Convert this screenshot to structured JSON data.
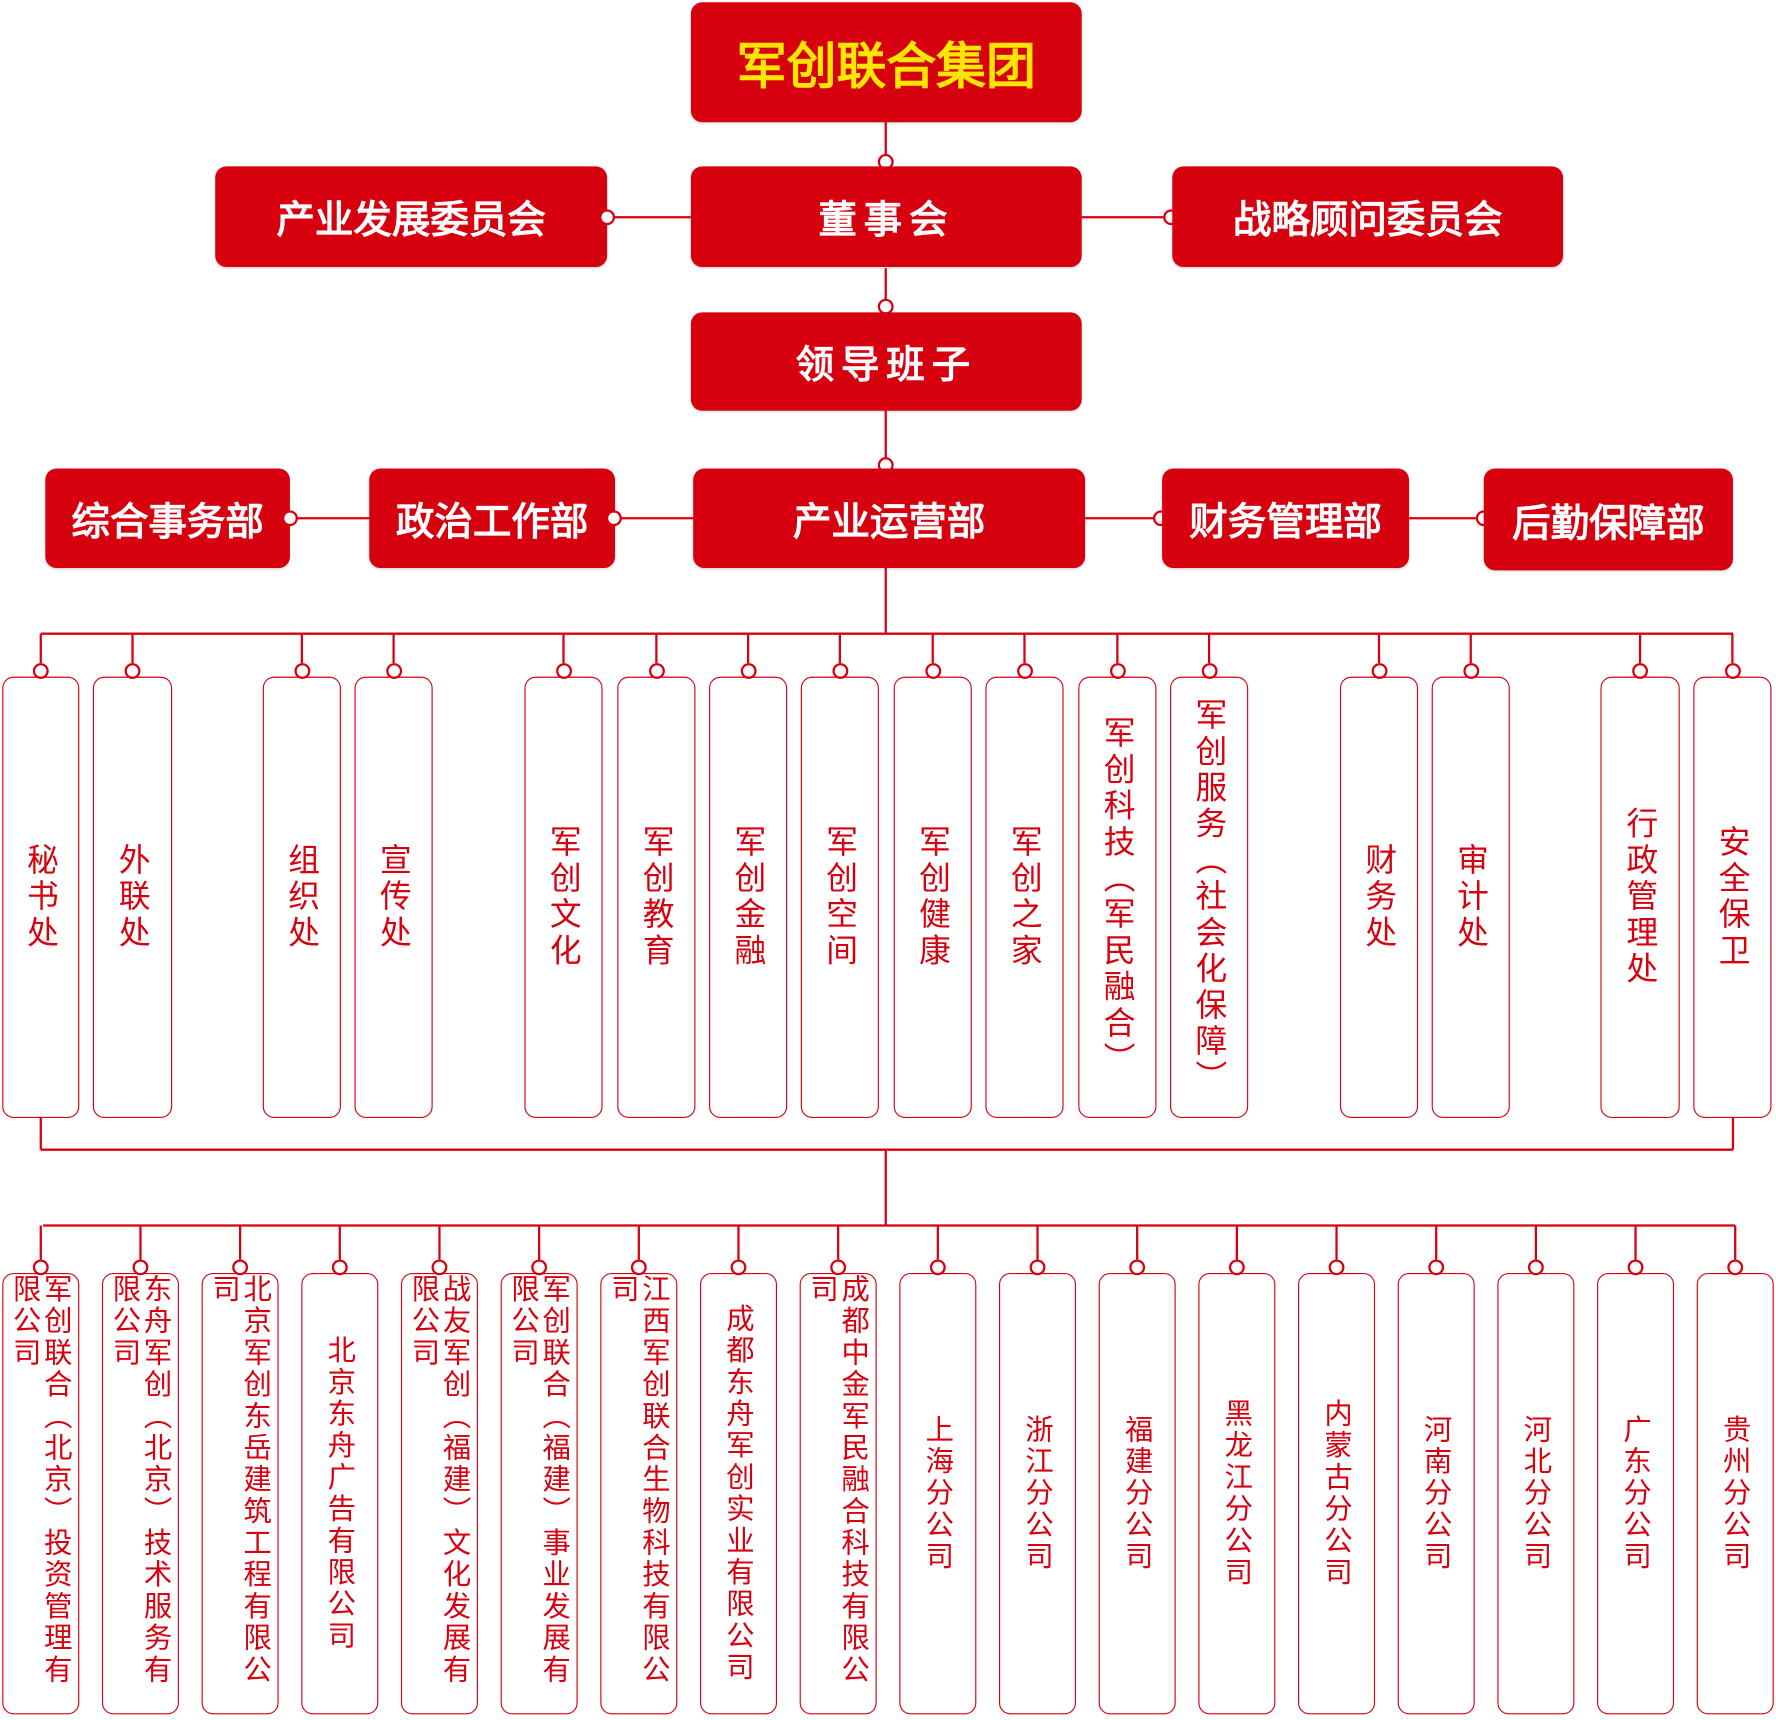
{
  "colors": {
    "accent": "#d7000f",
    "title_text": "#ffe600"
  },
  "top": {
    "title": "军创联合集团"
  },
  "board": {
    "name": "董事会",
    "left_committee": "产业发展委员会",
    "right_committee": "战略顾问委员会"
  },
  "leadership": "领导班子",
  "departments": [
    "综合事务部",
    "政治工作部",
    "产业运营部",
    "财务管理部",
    "后勤保障部"
  ],
  "offices": [
    "秘书处",
    "外联处",
    "组织处",
    "宣传处",
    "军创文化",
    "军创教育",
    "军创金融",
    "军创空间",
    "军创健康",
    "军创之家",
    "军创科技（军民融合）",
    "军创服务（社会化保障）",
    "财务处",
    "审计处",
    "行政管理处",
    "安全保卫"
  ],
  "companies": [
    "军创联合（北京）投资管理有限公司",
    "东舟军创（北京）技术服务有限公司",
    "北京军创东岳建筑工程有限公司",
    "北京东舟广告有限公司",
    "战友军创（福建）文化发展有限公司",
    "军创联合（福建）事业发展有限公司",
    "江西军创联合生物科技有限公司",
    "成都东舟军创实业有限公司",
    "成都中金军民融合科技有限公司",
    "上海分公司",
    "浙江分公司",
    "福建分公司",
    "黑龙江分公司",
    "内蒙古分公司",
    "河南分公司",
    "河北分公司",
    "广东分公司",
    "贵州分公司"
  ]
}
